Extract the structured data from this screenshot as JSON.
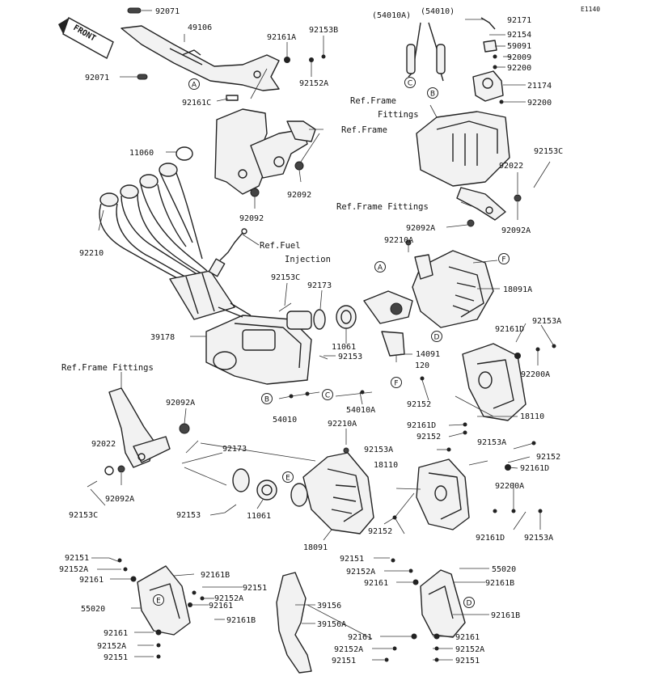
{
  "diagram_id": "E1140",
  "front_label": "FRONT",
  "labels": {
    "p92071_top": "92071",
    "p49106": "49106",
    "p92161A_top": "92161A",
    "p92153B": "92153B",
    "p92071_left": "92071",
    "p92152A_top": "92152A",
    "p92161C": "92161C",
    "p54010A_top": "(54010A)",
    "p54010_top": "(54010)",
    "p92171": "92171",
    "p92154": "92154",
    "p59091": "59091",
    "p92009": "92009",
    "p92200_a": "92200",
    "p21174": "21174",
    "p92200_b": "92200",
    "ref_frame_fittings_1a": "Ref.Frame",
    "ref_frame_fittings_1b": "Fittings",
    "ref_frame": "Ref.Frame",
    "p11060": "11060",
    "p92092_mid": "92092",
    "p92092_low": "92092",
    "p92153C_right": "92153C",
    "p92022_right": "92022",
    "ref_frame_fittings_2": "Ref.Frame Fittings",
    "p92092A_right": "92092A",
    "p92092A_top": "92092A",
    "p92210A_top": "92210A",
    "p92210": "92210",
    "ref_fuel_a": "Ref.Fuel",
    "ref_fuel_b": "Injection",
    "p92153C_mid": "92153C",
    "p92173_top": "92173",
    "p18091A": "18091A",
    "p39178": "39178",
    "p11061_top": "11061",
    "p92153_mid": "92153",
    "p14091": "14091",
    "p120": "120",
    "p92161D_top": "92161D",
    "p92153A_top": "92153A",
    "p92200A_top": "92200A",
    "ref_frame_fittings_3": "Ref.Frame Fittings",
    "p92092A_left": "92092A",
    "p54010": "54010",
    "p54010A": "54010A",
    "p92152_mid": "92152",
    "p18110_top": "18110",
    "p92161D_mid": "92161D",
    "p92210A_mid": "92210A",
    "p92152_b": "92152",
    "p92153A_mid": "92153A",
    "p92022_left": "92022",
    "p92173_low": "92173",
    "p92153A_r": "92153A",
    "p92152_r": "92152",
    "p18110_low": "18110",
    "p92161D_r": "92161D",
    "p92092A_low": "92092A",
    "p92153C_left": "92153C",
    "p92153_low": "92153",
    "p11061_low": "11061",
    "p92200A_low": "92200A",
    "p18091": "18091",
    "p92152_low": "92152",
    "p92161D_low": "92161D",
    "p92153A_low": "92153A",
    "p92151_l1": "92151",
    "p92152A_l1": "92152A",
    "p92161_l1": "92161",
    "p92161B_l1": "92161B",
    "p92151_l2": "92151",
    "p92152A_l2": "92152A",
    "p92161_l2": "92161",
    "p55020_l": "55020",
    "p92161B_l2": "92161B",
    "p92161_l3": "92161",
    "p92152A_l3": "92152A",
    "p92151_l3": "92151",
    "p39156": "39156",
    "p39156A": "39156A",
    "p92151_r1": "92151",
    "p92152A_r1": "92152A",
    "p92161_r1": "92161",
    "p55020_r": "55020",
    "p92161B_r1": "92161B",
    "p92161B_r2": "92161B",
    "p92161_r2": "92161",
    "p92161_r3": "92161",
    "p92152A_r3": "92152A",
    "p92151_r3": "92151"
  },
  "callouts": {
    "A1": "A",
    "A2": "A",
    "B1": "B",
    "B2": "B",
    "C1": "C",
    "C2": "C",
    "D1": "D",
    "D2": "D",
    "E1": "E",
    "E2": "E",
    "F1": "F",
    "F2": "F"
  }
}
